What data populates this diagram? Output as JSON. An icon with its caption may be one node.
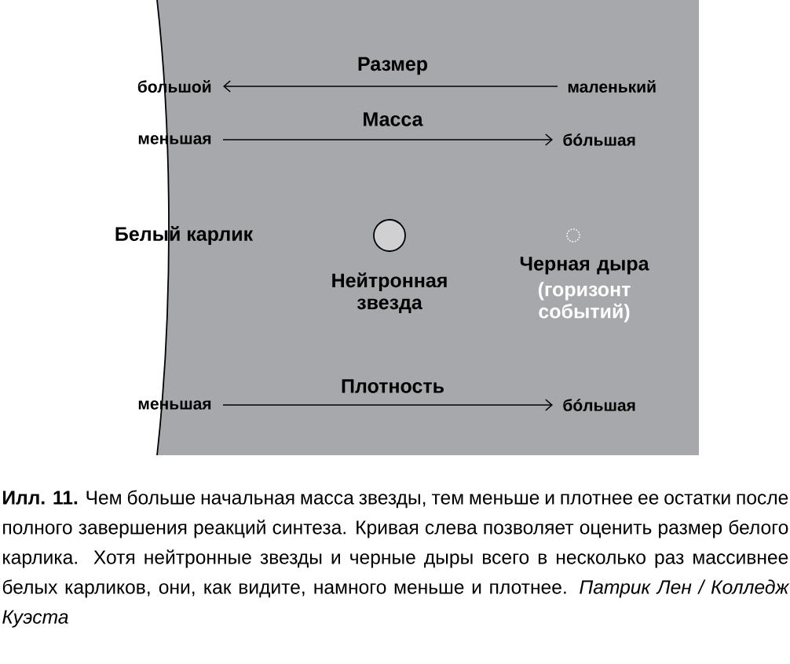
{
  "diagram": {
    "caption": "**Илл. 11.** Чем больше начальная масса звезды, тем меньше и плотнее ее остатки после полного завершения реакций синтеза. Кривая слева позволяет оценить размер белого карлика. Хотя нейтронные звезды и черные дыры всего в несколько раз массивнее белых карликов, они, как видите, намного меньше и плотнее. *Патрик Лен / Колледж Куэста*",
    "nodes": [
      {
        "text": [
          "Нейтронная звезда"
        ]
      },
      {
        "text": [
          "Черная дыра",
          "(горизонт событий)"
        ]
      }
    ],
    "labels": [
      "Размер",
      "большой",
      "маленький",
      "Масса",
      "меньшая",
      "бóльшая",
      "Белый карлик",
      "Плотность",
      "меньшая",
      "бóльшая"
    ]
  }
}
